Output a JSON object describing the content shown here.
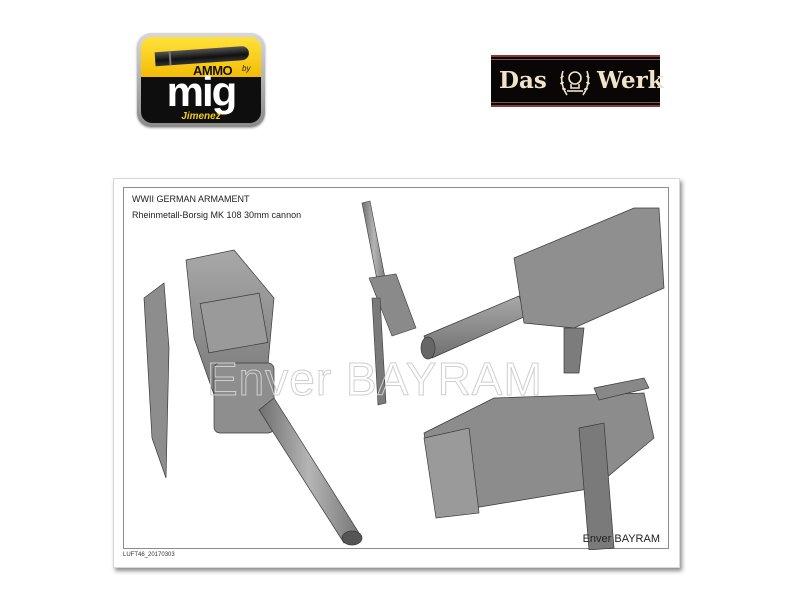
{
  "logos": {
    "ammo_mig": {
      "top_text": "AMMO",
      "by": "by",
      "main_text": "mig",
      "sub_text": "Jimenez",
      "colors": {
        "yellow": "#f5c400",
        "black": "#0e0e0e"
      }
    },
    "das_werk": {
      "left_text": "Das",
      "right_text": "Werk",
      "colors": {
        "background": "#0a0605",
        "text": "#efe4c8",
        "accent": "#8a3a30"
      }
    }
  },
  "sheet": {
    "title_line1": "WWII GERMAN ARMAMENT",
    "title_line2": "Rheinmetall-Borsig MK 108 30mm cannon",
    "watermark": "Enver BAYRAM",
    "signature": "Enver BAYRAM",
    "code": "LUFT46_20170303",
    "illustrations": [
      {
        "view": "front-left isometric, barrel pointing down-right"
      },
      {
        "view": "small top view, barrel pointing up"
      },
      {
        "view": "side view, barrel pointing left"
      },
      {
        "view": "rear view with ammunition belt"
      }
    ]
  }
}
